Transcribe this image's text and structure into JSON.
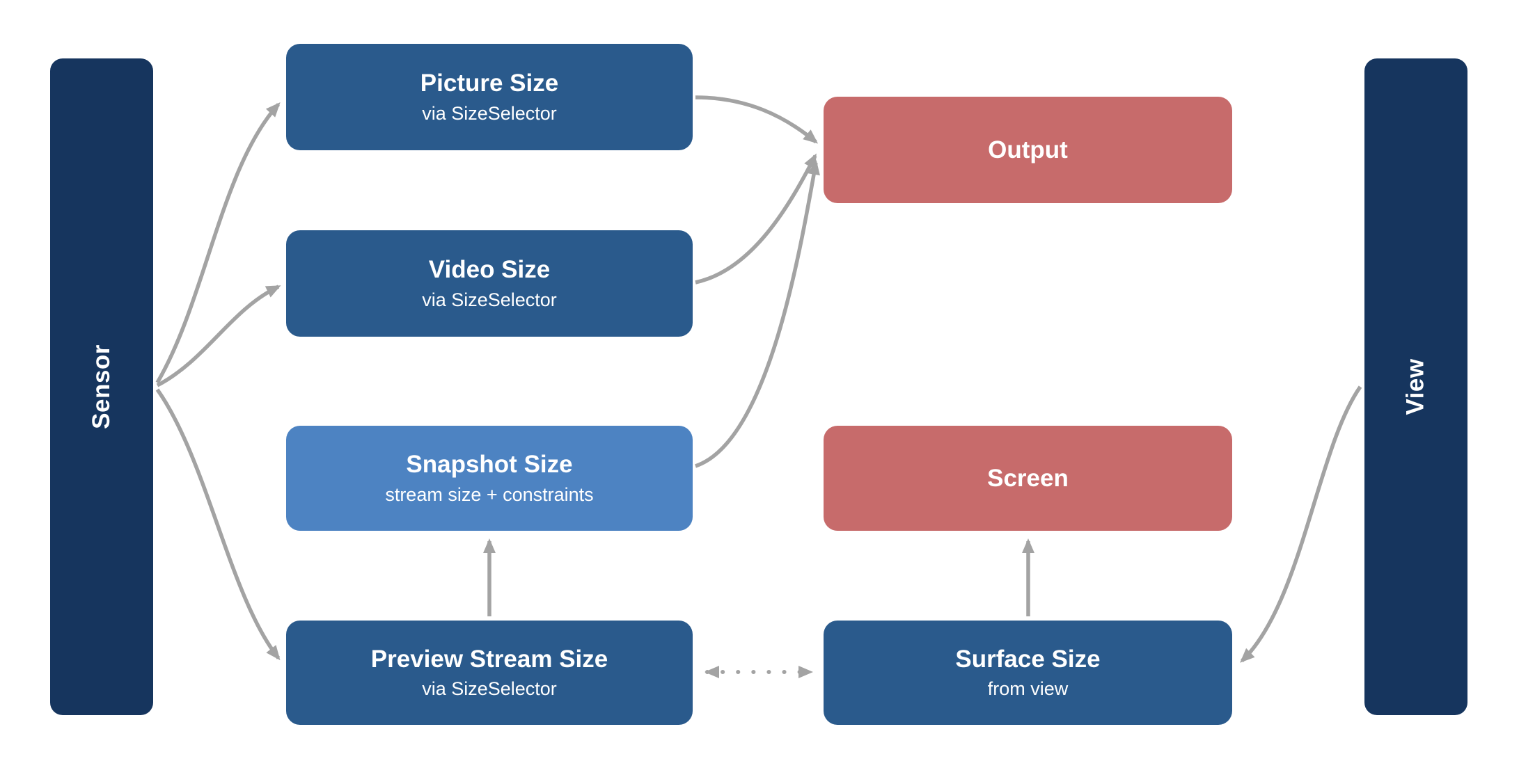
{
  "diagram": {
    "background": "#ffffff",
    "colors": {
      "navy": "#16355e",
      "blue": "#2a5a8c",
      "light_blue": "#4d83c2",
      "red": "#c76b6b",
      "arrow": "#a3a3a3",
      "label": "#ffffff"
    },
    "sidebars": {
      "sensor": {
        "label": "Sensor"
      },
      "view": {
        "label": "View"
      }
    },
    "nodes": {
      "picture": {
        "title": "Picture Size",
        "subtitle": "via SizeSelector"
      },
      "video": {
        "title": "Video Size",
        "subtitle": "via SizeSelector"
      },
      "snapshot": {
        "title": "Snapshot Size",
        "subtitle": "stream size + constraints"
      },
      "preview": {
        "title": "Preview Stream Size",
        "subtitle": "via SizeSelector"
      },
      "output": {
        "title": "Output"
      },
      "screen": {
        "title": "Screen"
      },
      "surface": {
        "title": "Surface Size",
        "subtitle": "from view"
      }
    },
    "edges": [
      {
        "from": "sensor",
        "to": "picture",
        "style": "solid"
      },
      {
        "from": "sensor",
        "to": "video",
        "style": "solid"
      },
      {
        "from": "sensor",
        "to": "preview",
        "style": "solid"
      },
      {
        "from": "picture",
        "to": "output",
        "style": "solid"
      },
      {
        "from": "video",
        "to": "output",
        "style": "solid"
      },
      {
        "from": "snapshot",
        "to": "output",
        "style": "solid"
      },
      {
        "from": "preview",
        "to": "snapshot",
        "style": "solid"
      },
      {
        "from": "surface",
        "to": "screen",
        "style": "solid"
      },
      {
        "from": "preview",
        "to": "surface",
        "style": "dotted-bidirectional"
      },
      {
        "from": "view",
        "to": "surface",
        "style": "solid"
      }
    ]
  }
}
